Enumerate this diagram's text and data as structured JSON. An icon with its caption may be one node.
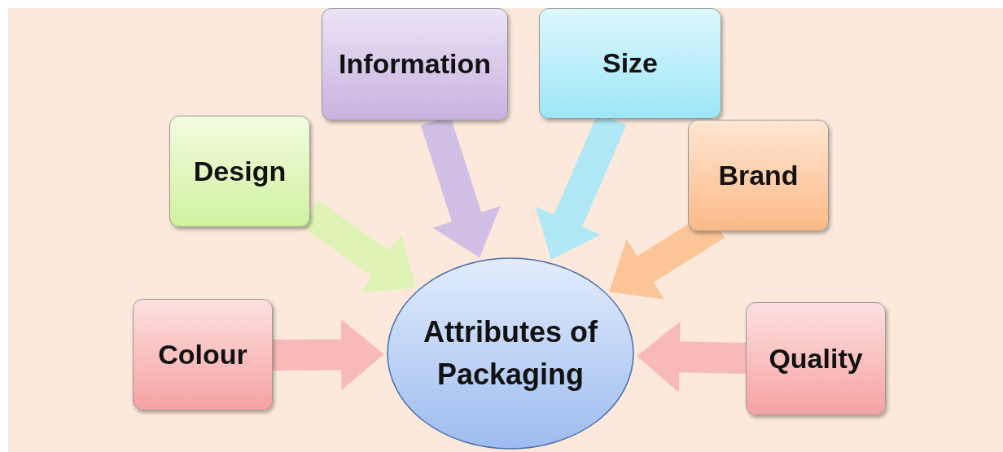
{
  "diagram": {
    "nodes": [
      {
        "text": [
          "Information"
        ]
      },
      {
        "text": [
          "Size"
        ]
      },
      {
        "text": [
          "Design"
        ]
      },
      {
        "text": [
          "Brand"
        ]
      },
      {
        "text": [
          "Colour"
        ]
      },
      {
        "text": [
          "Attributes of Packaging"
        ]
      },
      {
        "text": [
          "Quality"
        ]
      }
    ],
    "edges": [
      {
        "from": 2,
        "to": 5,
        "arrow": "to",
        "color": "#dcf5b4"
      },
      {
        "from": 0,
        "to": 5,
        "arrow": "to",
        "color": "#cdbbe6"
      },
      {
        "from": 1,
        "to": 5,
        "arrow": "to",
        "color": "#a9e8f8"
      },
      {
        "from": 3,
        "to": 5,
        "arrow": "to",
        "color": "#fbc291"
      },
      {
        "from": 4,
        "to": 5,
        "arrow": "to",
        "color": "#f8b6b6"
      },
      {
        "from": 6,
        "to": 5,
        "arrow": "to",
        "color": "#f8b6b6"
      }
    ]
  }
}
